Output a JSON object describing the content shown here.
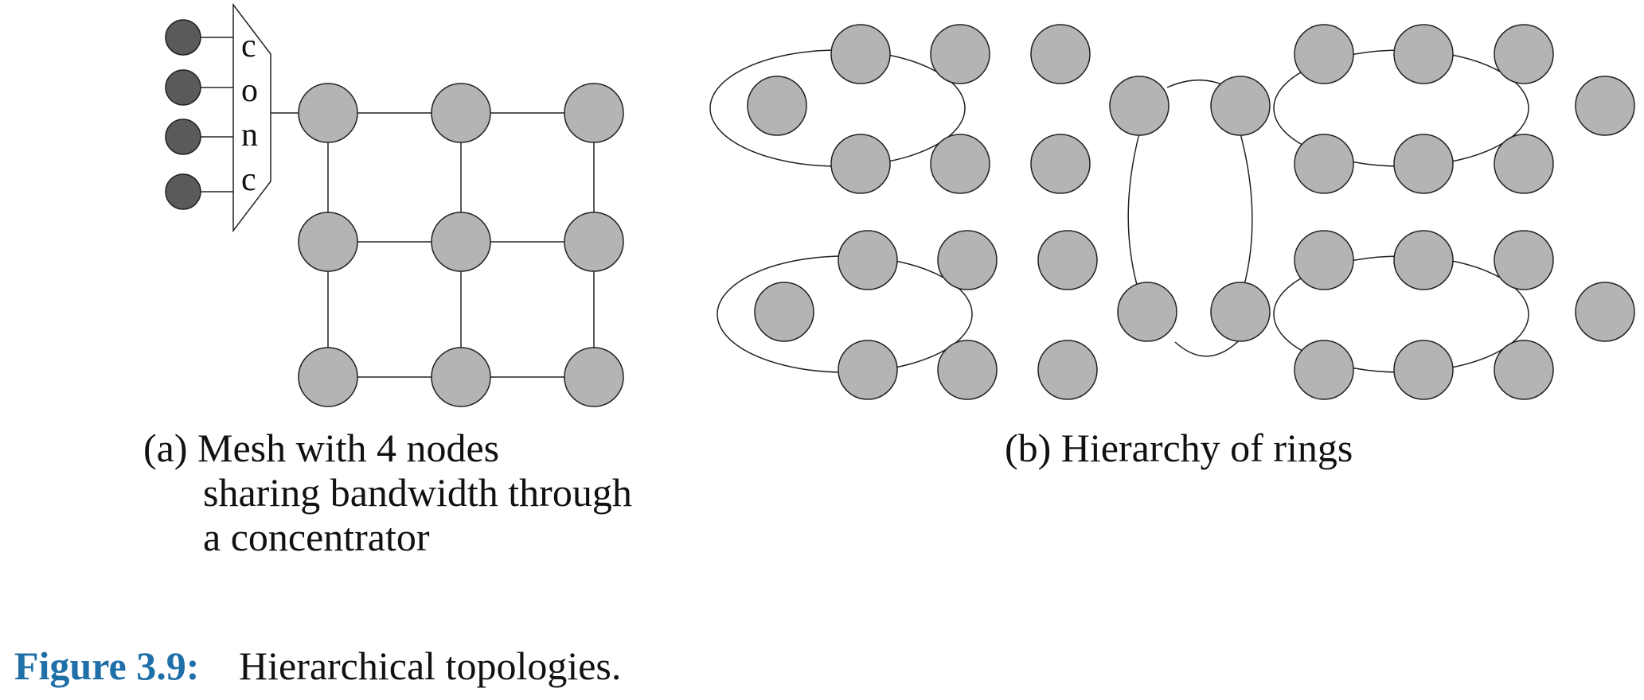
{
  "diagram": {
    "panel_a": {
      "concentrator_letters": [
        "c",
        "o",
        "n",
        "c"
      ],
      "caption_lines": [
        "(a) Mesh with 4 nodes",
        "sharing bandwidth through",
        "a concentrator"
      ]
    },
    "panel_b": {
      "caption": "(b) Hierarchy of rings"
    },
    "figure": {
      "label": "Figure 3.9:",
      "title": "Hierarchical topologies.",
      "label_color": "#1f6fa8"
    },
    "colors": {
      "node_fill": "#b3b4b6",
      "host_fill": "#595a5c",
      "edge": "#222222"
    }
  }
}
